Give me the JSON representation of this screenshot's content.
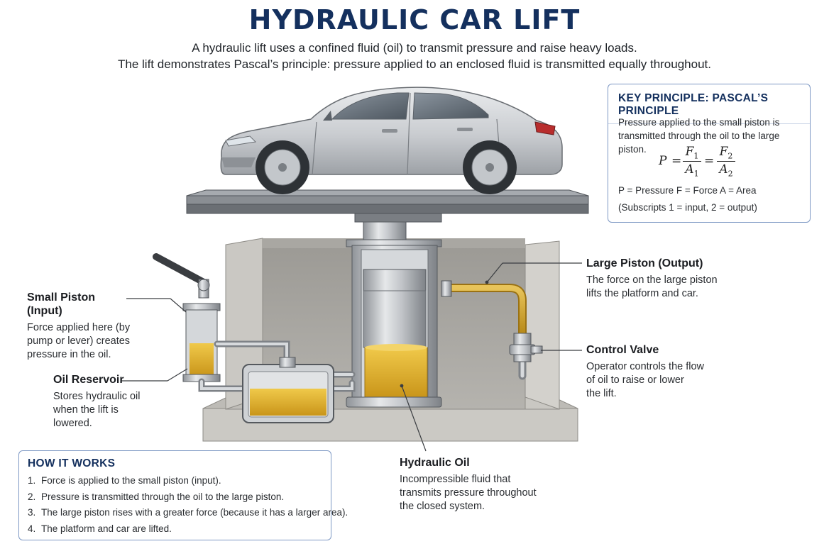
{
  "title": "HYDRAULIC CAR LIFT",
  "subtitle": [
    "A hydraulic lift uses a confined fluid (oil) to transmit pressure and raise heavy loads.",
    "The lift demonstrates Pascal’s principle: pressure applied to an enclosed fluid is transmitted equally throughout."
  ],
  "labels": {
    "small_piston": {
      "title": "Small Piston (Input)",
      "body": [
        "Force applied here (by",
        "pump or lever) creates",
        "pressure in the oil."
      ]
    },
    "oil_reservoir": {
      "title": "Oil Reservoir",
      "body": [
        "Stores hydraulic oil",
        "when the lift is",
        "lowered."
      ]
    },
    "large_piston": {
      "title": "Large Piston (Output)",
      "body": [
        "The force on the large piston",
        "lifts the platform and car."
      ]
    },
    "control_valve": {
      "title": "Control Valve",
      "body": [
        "Operator controls the flow",
        "of oil to raise or lower",
        "the lift."
      ]
    },
    "hydraulic_oil": {
      "title": "Hydraulic Oil",
      "body": [
        "Incompressible fluid that",
        "transmits pressure throughout",
        "the closed system."
      ]
    }
  },
  "key_principle": {
    "title": "KEY PRINCIPLE: PASCAL’S PRINCIPLE",
    "text": [
      "Pressure applied to the small piston is",
      "transmitted through the oil to the large piston."
    ],
    "formula": {
      "lhs": "P",
      "eq": "=",
      "f1": "F",
      "a1": "A",
      "f2": "F",
      "a2": "A",
      "s1": "1",
      "s2": "2"
    },
    "legend": "P = Pressure     F = Force     A = Area",
    "subscripts": "(Subscripts 1 = input, 2 = output)"
  },
  "how_it_works": {
    "title": "HOW IT WORKS",
    "steps": [
      {
        "n": "1.",
        "text": "Force is applied to the small piston (input)."
      },
      {
        "n": "2.",
        "text": "Pressure is transmitted through the oil to the large piston."
      },
      {
        "n": "3.",
        "text": "The large piston rises with a greater force (because it has a larger area)."
      },
      {
        "n": "4.",
        "text": "The platform and car are lifted."
      }
    ]
  },
  "colors": {
    "title": "#14305e",
    "oil": "#d9a922",
    "box_border": "#7d98c4",
    "concrete": "#c4c2bd",
    "steel": "#b9bcc0"
  }
}
